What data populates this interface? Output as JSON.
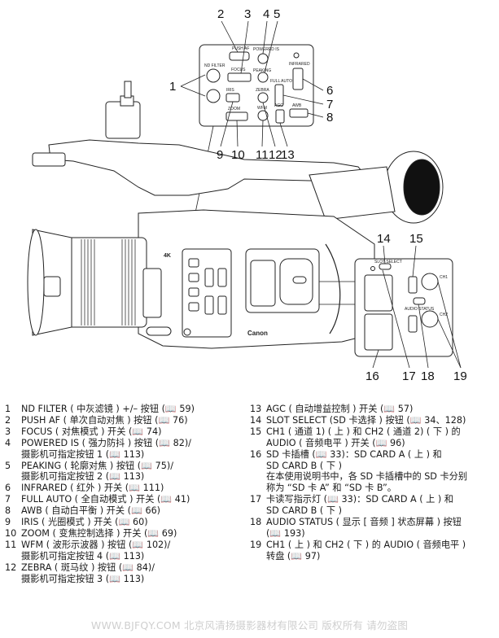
{
  "callouts": {
    "n1": "1",
    "n2": "2",
    "n3": "3",
    "n4": "4",
    "n5": "5",
    "n6": "6",
    "n7": "7",
    "n8": "8",
    "n9": "9",
    "n10": "10",
    "n11": "11",
    "n12": "12",
    "n13": "13",
    "n14": "14",
    "n15": "15",
    "n16": "16",
    "n17": "17",
    "n18": "18",
    "n19": "19"
  },
  "camera_labels": {
    "push_af": "PUSH AF",
    "powered_is": "POWERED IS",
    "peaking": "PEAKING",
    "nd_filter": "ND FILTER",
    "infrared": "INFRARED",
    "full_auto": "FULL AUTO",
    "awb": "AWB",
    "zebra": "ZEBRA",
    "wfm": "WFM",
    "agc": "AGC",
    "focus": "FOCUS",
    "iris": "IRIS",
    "zoom": "ZOOM",
    "brand": "Canon",
    "slot_select": "SLOT SELECT",
    "ch1": "CH1",
    "ch2": "CH2",
    "audio_status": "AUDIO STATUS",
    "badge_4k": "4K"
  },
  "legend_left": [
    {
      "num": "1",
      "lines": [
        "ND FILTER ( 中灰滤镜 ) +/– 按钮 (📖 59)"
      ]
    },
    {
      "num": "2",
      "lines": [
        "PUSH AF ( 单次自动对焦 ) 按钮 (📖 76)"
      ]
    },
    {
      "num": "3",
      "lines": [
        "FOCUS ( 对焦模式 ) 开关 (📖 74)"
      ]
    },
    {
      "num": "4",
      "lines": [
        "POWERED IS ( 强力防抖 ) 按钮 (📖 82)/",
        "摄影机可指定按钮 1 (📖 113)"
      ]
    },
    {
      "num": "5",
      "lines": [
        "PEAKING ( 轮廓对焦 ) 按钮 (📖 75)/",
        "摄影机可指定按钮 2 (📖 113)"
      ]
    },
    {
      "num": "6",
      "lines": [
        "INFRARED ( 红外 ) 开关 (📖 111)"
      ]
    },
    {
      "num": "7",
      "lines": [
        "FULL AUTO ( 全自动模式 ) 开关 (📖 41)"
      ]
    },
    {
      "num": "8",
      "lines": [
        "AWB ( 自动白平衡 ) 开关 (📖 66)"
      ]
    },
    {
      "num": "9",
      "lines": [
        "IRIS ( 光圈模式 ) 开关 (📖 60)"
      ]
    },
    {
      "num": "10",
      "lines": [
        "ZOOM ( 变焦控制选择 ) 开关 (📖 69)"
      ]
    },
    {
      "num": "11",
      "lines": [
        "WFM ( 波形示波器 ) 按钮 (📖 102)/",
        "摄影机可指定按钮 4 (📖 113)"
      ]
    },
    {
      "num": "12",
      "lines": [
        "ZEBRA ( 斑马纹 ) 按钮 (📖 84)/",
        "摄影机可指定按钮 3 (📖 113)"
      ]
    }
  ],
  "legend_right": [
    {
      "num": "13",
      "lines": [
        "AGC ( 自动增益控制 ) 开关 (📖 57)"
      ]
    },
    {
      "num": "14",
      "lines": [
        "SLOT SELECT (SD 卡选择 ) 按钮 (📖 34、128)"
      ]
    },
    {
      "num": "15",
      "lines": [
        "CH1 ( 通道 1) ( 上 ) 和 CH2 ( 通道 2) ( 下 ) 的",
        "AUDIO ( 音频电平 ) 开关 (📖 96)"
      ]
    },
    {
      "num": "16",
      "lines": [
        "SD 卡插槽 (📖 33)：SD CARD A ( 上 ) 和",
        "SD CARD B ( 下 )",
        "在本使用说明书中，各 SD 卡插槽中的 SD 卡分别",
        "称为 “SD 卡 A” 和 “SD 卡 B”。"
      ]
    },
    {
      "num": "17",
      "lines": [
        "卡读写指示灯 (📖 33)：SD CARD A ( 上 ) 和",
        "SD CARD B ( 下 )"
      ]
    },
    {
      "num": "18",
      "lines": [
        "AUDIO STATUS ( 显示 [ 音频 ] 状态屏幕 ) 按钮",
        "(📖 193)"
      ]
    },
    {
      "num": "19",
      "lines": [
        "CH1 ( 上 ) 和 CH2 ( 下 ) 的 AUDIO ( 音频电平 )",
        "转盘 (📖 97)"
      ]
    }
  ],
  "watermark": "WWW.BJFQY.COM 北京风清扬摄影器材有限公司 版权所有 请勿盗图"
}
